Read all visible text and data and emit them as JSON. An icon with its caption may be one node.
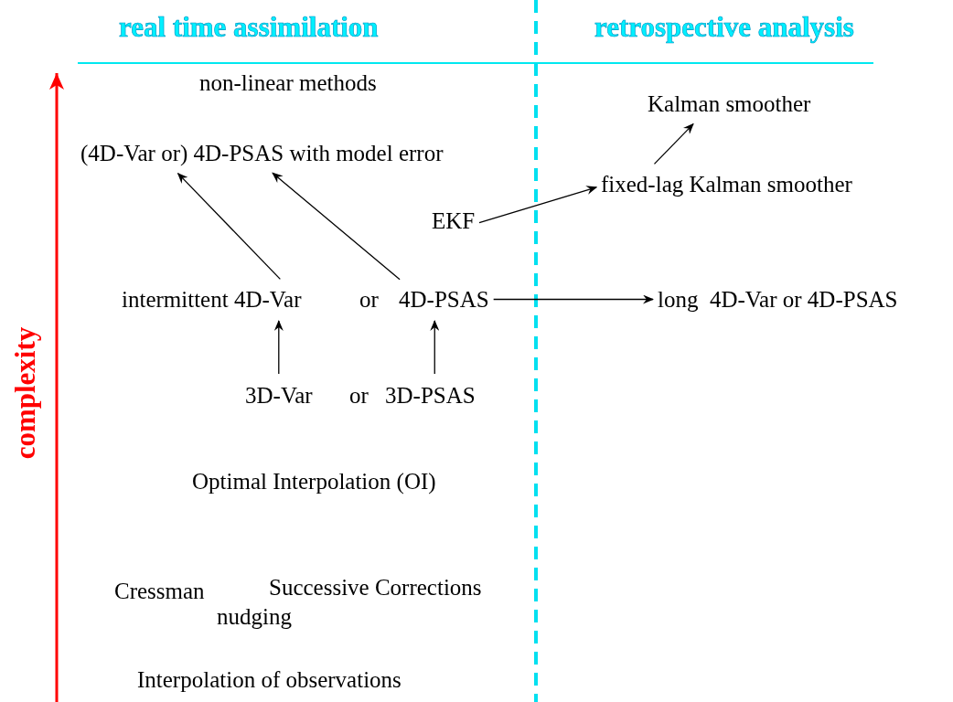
{
  "diagram": {
    "nodes": [
      {
        "text": [
          "(4D-Var or) 4D-PSAS with model error"
        ]
      },
      {
        "text": [
          "Kalman smoother"
        ]
      },
      {
        "text": [
          "fixed-lag Kalman smoother"
        ]
      },
      {
        "text": [
          "EKF"
        ]
      },
      {
        "text": [
          "intermittent 4D-Var"
        ]
      },
      {
        "text": [
          "4D-PSAS"
        ]
      },
      {
        "text": [
          "long  4D-Var or 4D-PSAS"
        ]
      },
      {
        "text": [
          "3D-Var"
        ]
      },
      {
        "text": [
          "3D-PSAS"
        ]
      }
    ],
    "edges": [
      {
        "from": 4,
        "to": 0,
        "arrow": "to"
      },
      {
        "from": 5,
        "to": 0,
        "arrow": "to"
      },
      {
        "from": 3,
        "to": 2,
        "arrow": "to"
      },
      {
        "from": 2,
        "to": 1,
        "arrow": "to"
      },
      {
        "from": 5,
        "to": 6,
        "arrow": "to"
      },
      {
        "from": 7,
        "to": 4,
        "arrow": "to"
      },
      {
        "from": 8,
        "to": 5,
        "arrow": "to"
      }
    ],
    "labels": [
      "real time assimilation",
      "retrospective analysis",
      "non-linear methods",
      "or",
      "or",
      "Optimal Interpolation (OI)",
      "Cressman",
      "Successive Corrections",
      "nudging",
      "Interpolation of observations",
      "complexity"
    ]
  }
}
